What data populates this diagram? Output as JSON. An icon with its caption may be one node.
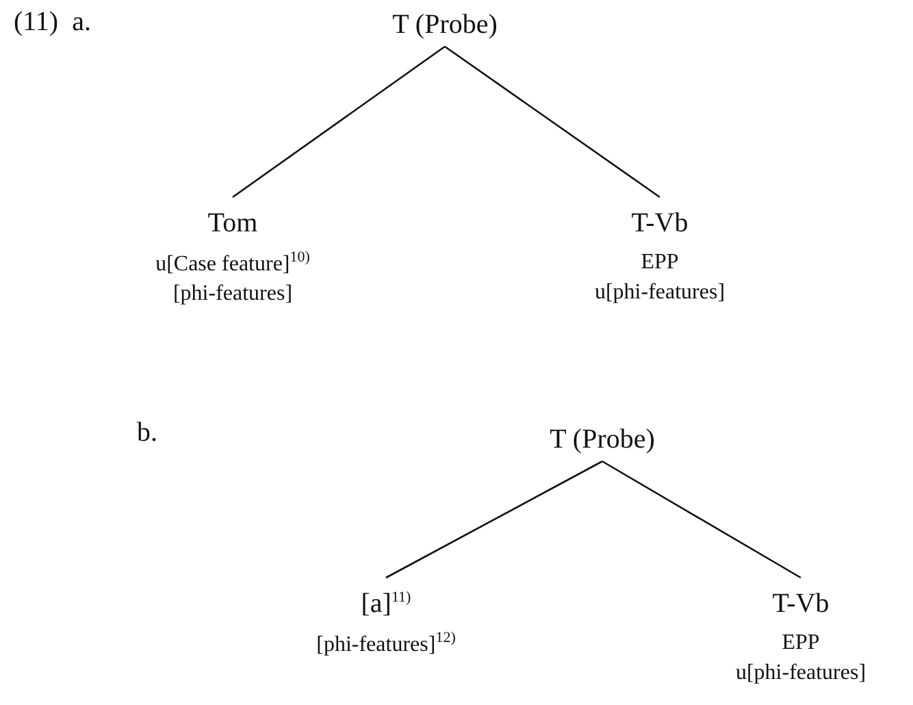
{
  "diagram": {
    "nodes": [
      {
        "text": [
          "T (Probe)"
        ]
      },
      {
        "text": [
          "Tom",
          "u[Case feature]$^{10)}$",
          "[phi-features]"
        ]
      },
      {
        "text": [
          "T-Vb",
          "EPP",
          "u[phi-features]"
        ]
      },
      {
        "text": [
          "T (Probe)"
        ]
      },
      {
        "text": [
          "[a]$^{11)}$",
          "[phi-features]$^{12)}$"
        ]
      },
      {
        "text": [
          "T-Vb",
          "EPP",
          "u[phi-features]"
        ]
      }
    ],
    "edges": [
      {
        "from": 0,
        "to": 1,
        "arrow": "none"
      },
      {
        "from": 0,
        "to": 2,
        "arrow": "none"
      },
      {
        "from": 3,
        "to": 4,
        "arrow": "none"
      },
      {
        "from": 3,
        "to": 5,
        "arrow": "none"
      }
    ],
    "labels": [
      "(11)  a.",
      "b."
    ]
  }
}
